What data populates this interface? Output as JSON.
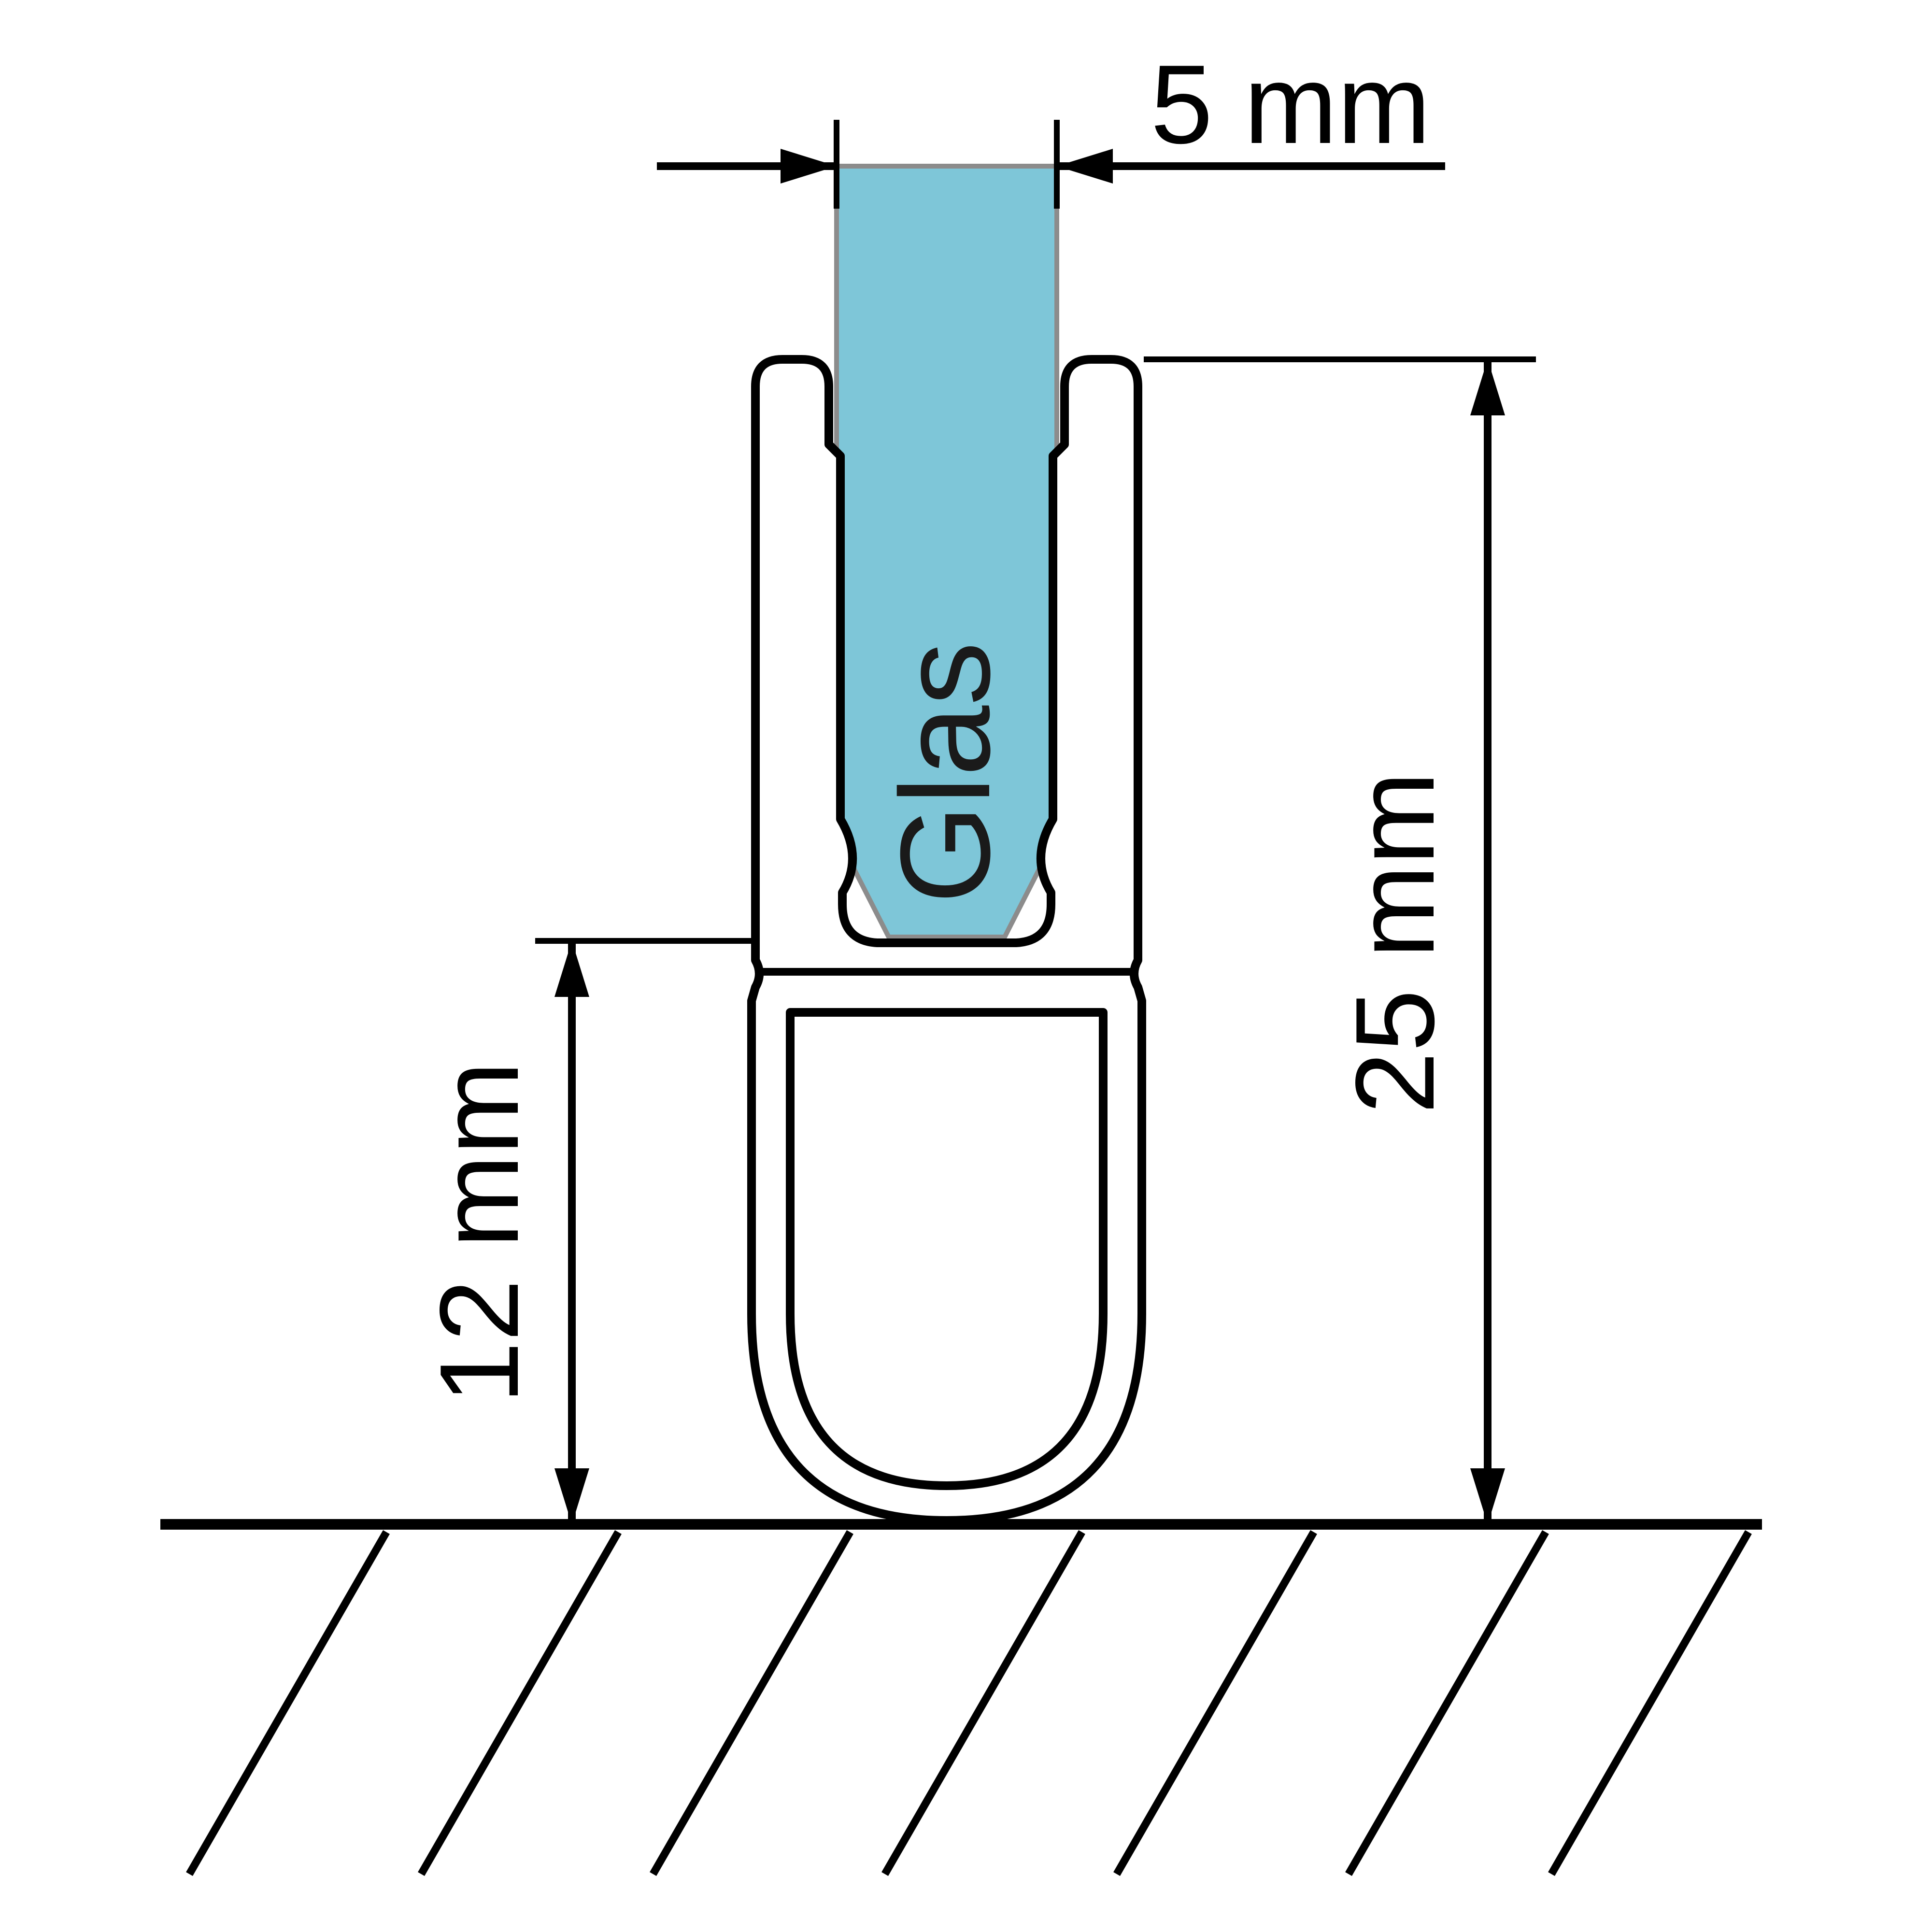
{
  "diagram": {
    "type": "technical-cross-section",
    "subject": "shower-seal-profile-with-glass",
    "glass_label": "Glas",
    "dimensions": {
      "glass_thickness": "5 mm",
      "total_height": "25 mm",
      "bulb_height": "12 mm"
    },
    "colors": {
      "glass_fill": "#7ec6d8",
      "glass_stroke": "#8c8c8c",
      "line_color": "#000000",
      "background": "#ffffff"
    }
  }
}
